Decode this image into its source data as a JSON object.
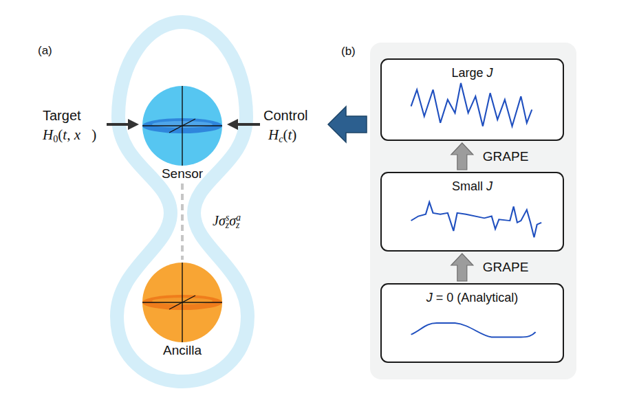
{
  "diagram": {
    "nodes": [
      {
        "text": [
          "Sensor"
        ]
      },
      {
        "text": [
          "Ancilla"
        ]
      },
      {
        "text": [
          "(b)"
        ]
      },
      {
        "text": [
          "Large J"
        ],
        "in": 2
      },
      {
        "text": [
          "Small J"
        ],
        "in": 2
      },
      {
        "text": [
          "J = 0 (Analytical)"
        ],
        "in": 2
      }
    ],
    "edges": [
      {
        "from": 0,
        "to": 1,
        "arrow": "none",
        "label": "Jσzsσza"
      },
      {
        "from": 5,
        "to": 4,
        "arrow": "to",
        "label": "GRAPE"
      },
      {
        "from": 4,
        "to": 3,
        "arrow": "to",
        "label": "GRAPE"
      }
    ],
    "labels": [
      "(a)",
      "Target",
      "H0(t, x⃗)",
      "Control",
      "Hc(t)"
    ]
  }
}
